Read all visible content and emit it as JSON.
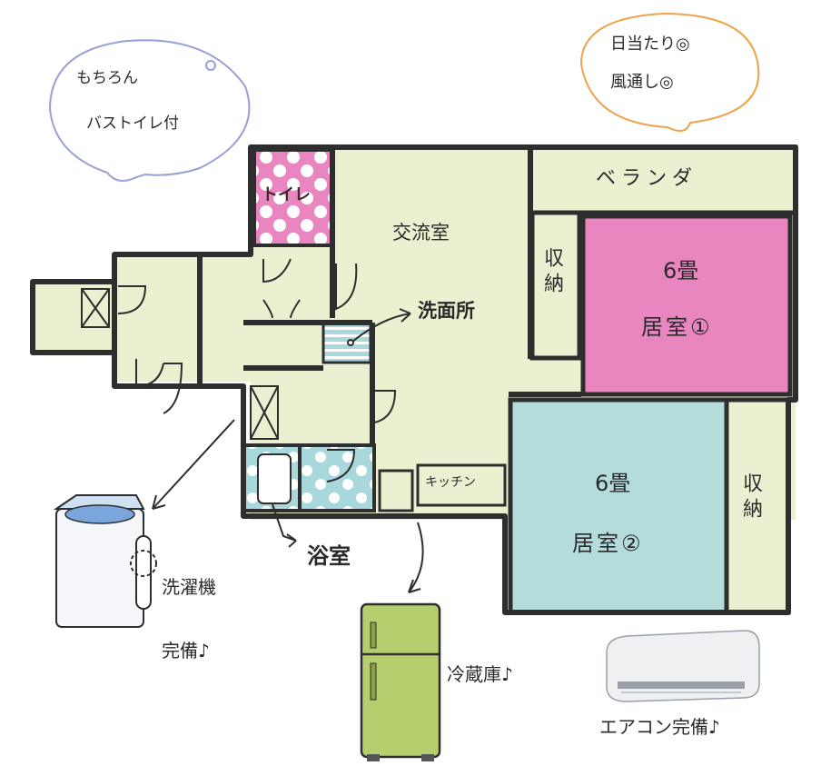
{
  "bubbles": {
    "left_line1": "もちろん",
    "left_line2": "バストイレ付",
    "right_line1": "日当たり◎",
    "right_line2": "風通し◎"
  },
  "rooms": {
    "toilet": "トイレ",
    "common": "交流室",
    "washroom": "洗面所",
    "veranda": "ベランダ",
    "storage1": "収納",
    "storage2": "収納",
    "room1_size": "6畳",
    "room1_name": "居室①",
    "room2_size": "6畳",
    "room2_name": "居室②",
    "kitchen": "キッチン",
    "bath": "浴室"
  },
  "amenities": {
    "washer_line1": "洗濯機",
    "washer_line2": "完備♪",
    "fridge": "冷蔵庫♪",
    "aircon": "エアコン完備♪"
  },
  "colors": {
    "pink": "#e985bf",
    "light_blue": "#b4dcdc",
    "beige": "#eaf0d0",
    "wall": "#2e2e2e",
    "bubble_left": "#9aa0d6",
    "bubble_right": "#f0a24a",
    "fridge_green": "#b5cf6f"
  }
}
